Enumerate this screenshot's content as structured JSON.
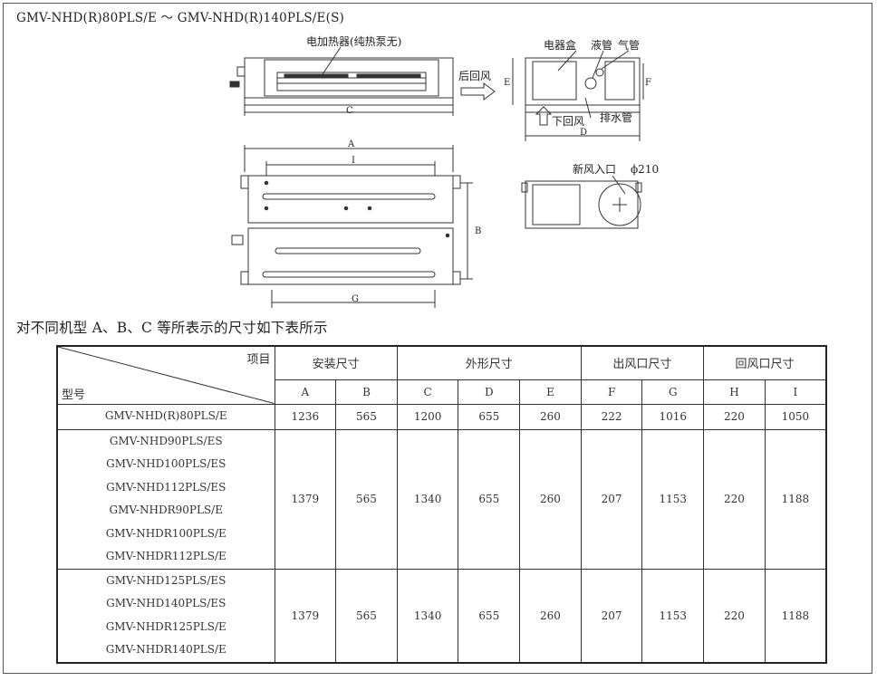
{
  "page_title": "GMV-NHD(R)80PLS/E ～ GMV-NHD(R)140PLS/E(S)",
  "drawing_labels": {
    "heater": "电加热器(纯热泵无)",
    "back_return": "后回风",
    "bottom_return": "下回风",
    "control_box": "电器盒",
    "liquid_pipe": "液管",
    "gas_pipe": "气管",
    "drain_pipe": "排水管",
    "fresh_air_inlet": "新风入口",
    "diameter": "ϕ210",
    "dim_A": "A",
    "dim_B": "B",
    "dim_C": "C",
    "dim_D": "D",
    "dim_E": "E",
    "dim_F": "F",
    "dim_G": "G",
    "dim_I": "I"
  },
  "section_caption": "对不同机型 A、B、C 等所表示的尺寸如下表所示",
  "table": {
    "corner_top": "项目",
    "corner_bottom": "型号",
    "groups": [
      "安装尺寸",
      "外形尺寸",
      "出风口尺寸",
      "回风口尺寸"
    ],
    "columns": [
      "A",
      "B",
      "C",
      "D",
      "E",
      "F",
      "G",
      "H",
      "I"
    ],
    "rows": [
      {
        "models": [
          "GMV-NHD(R)80PLS/E"
        ],
        "values": [
          "1236",
          "565",
          "1200",
          "655",
          "260",
          "222",
          "1016",
          "220",
          "1050"
        ]
      },
      {
        "models": [
          "GMV-NHD90PLS/ES",
          "GMV-NHD100PLS/ES",
          "GMV-NHD112PLS/ES",
          "GMV-NHDR90PLS/E",
          "GMV-NHDR100PLS/E",
          "GMV-NHDR112PLS/E"
        ],
        "values": [
          "1379",
          "565",
          "1340",
          "655",
          "260",
          "207",
          "1153",
          "220",
          "1188"
        ]
      },
      {
        "models": [
          "GMV-NHD125PLS/ES",
          "GMV-NHD140PLS/ES",
          "GMV-NHDR125PLS/E",
          "GMV-NHDR140PLS/E"
        ],
        "values": [
          "1379",
          "565",
          "1340",
          "655",
          "260",
          "207",
          "1153",
          "220",
          "1188"
        ]
      }
    ]
  }
}
